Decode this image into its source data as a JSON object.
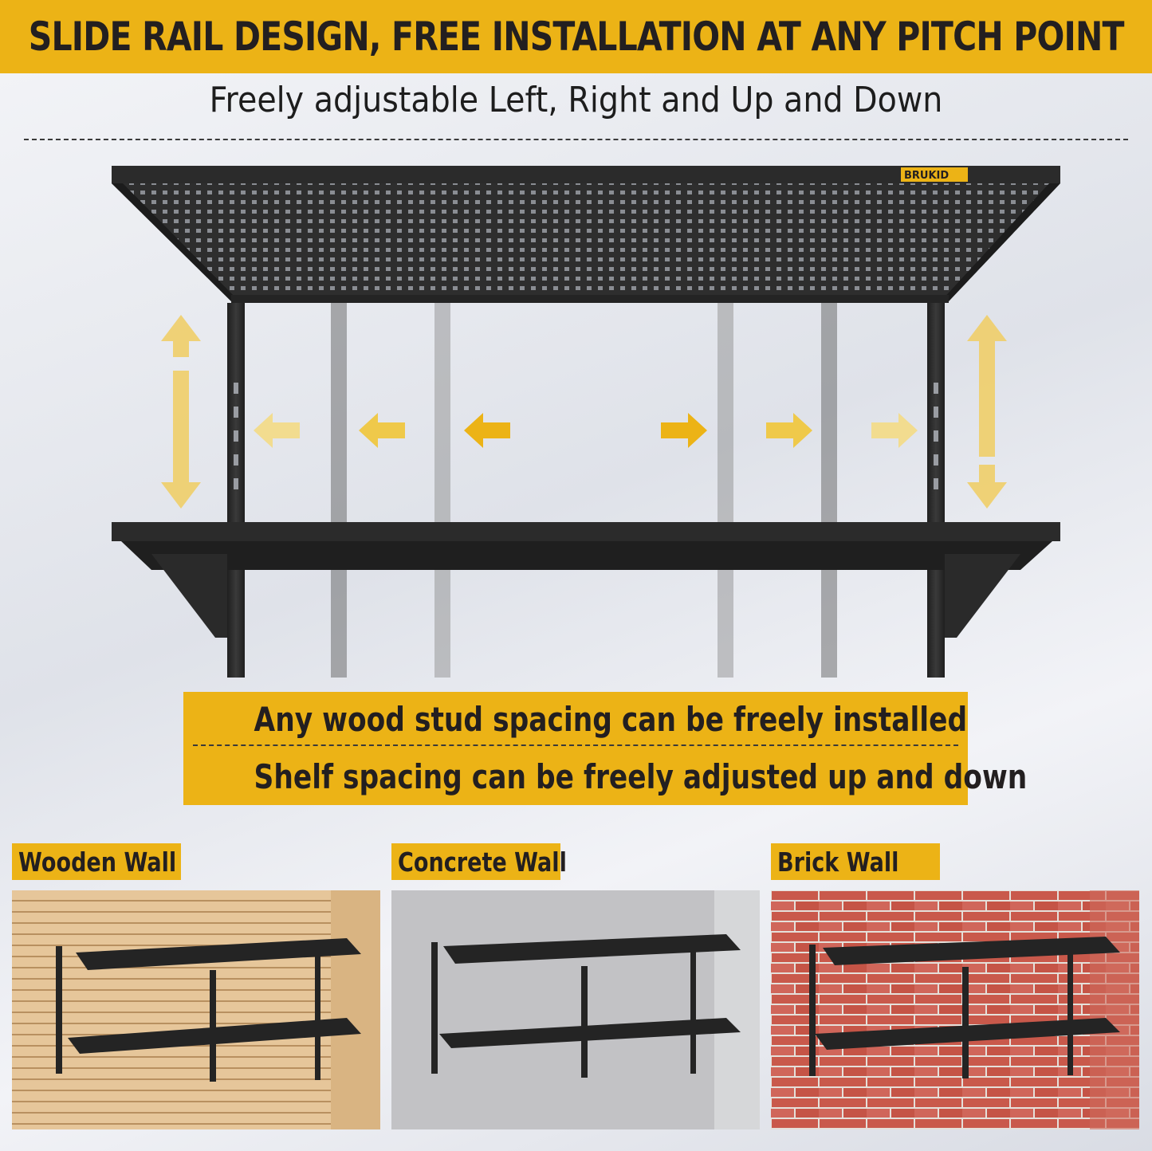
{
  "header": {
    "title": "SLIDE RAIL DESIGN, FREE INSTALLATION AT ANY PITCH POINT"
  },
  "subtitle": "Freely adjustable Left, Right and Up and Down",
  "brand_logo": "BRUKID",
  "callout": {
    "line1": "Any wood stud spacing can be freely installed",
    "line2": "Shelf spacing can be freely adjusted up and down"
  },
  "walls": [
    {
      "label": "Wooden Wall"
    },
    {
      "label": "Concrete Wall"
    },
    {
      "label": "Brick Wall"
    }
  ],
  "colors": {
    "accent": "#ecb316",
    "text": "#231f20",
    "shelf": "#2b2b2b"
  },
  "icons": [
    "arrow-left-icon",
    "arrow-right-icon",
    "arrow-up-down-icon"
  ]
}
